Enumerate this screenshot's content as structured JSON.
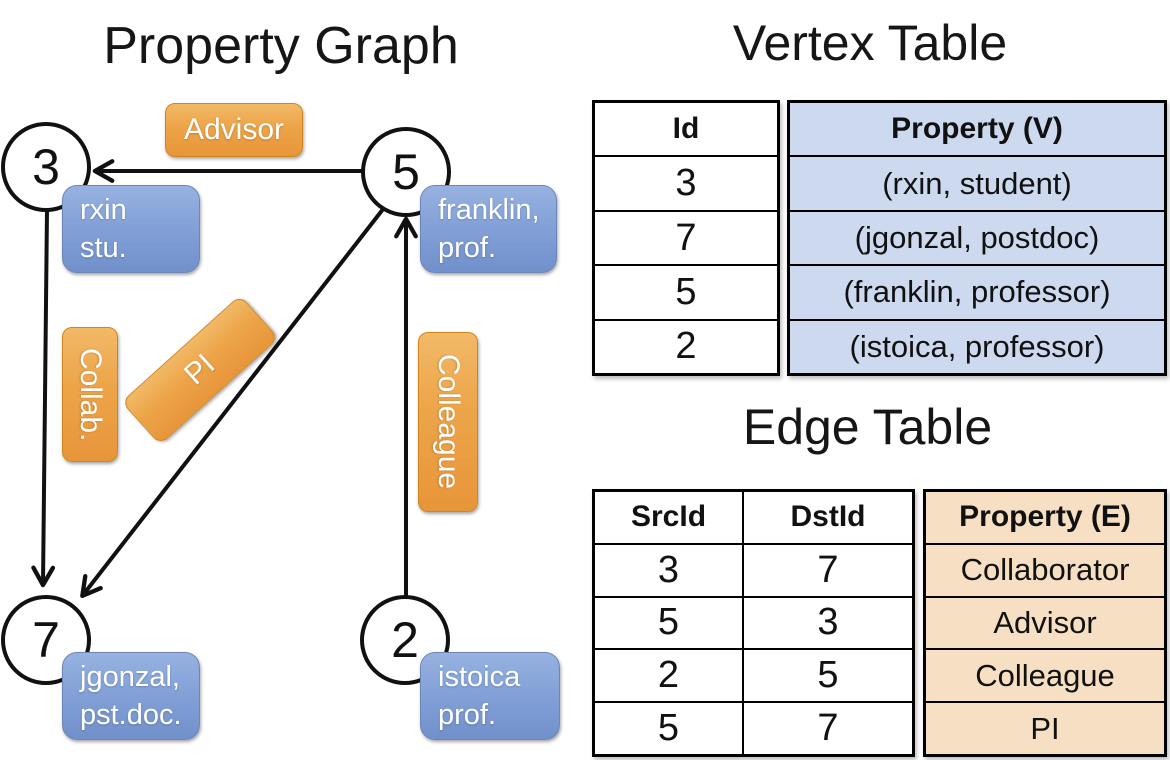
{
  "titles": {
    "graph": "Property Graph",
    "vertex_table": "Vertex Table",
    "edge_table": "Edge Table"
  },
  "graph": {
    "nodes": [
      {
        "id": "3"
      },
      {
        "id": "5"
      },
      {
        "id": "7"
      },
      {
        "id": "2"
      }
    ],
    "vertex_boxes": [
      {
        "node": "3",
        "line1": "rxin",
        "line2": "stu."
      },
      {
        "node": "5",
        "line1": "franklin,",
        "line2": "prof."
      },
      {
        "node": "7",
        "line1": "jgonzal,",
        "line2": "pst.doc."
      },
      {
        "node": "2",
        "line1": "istoica",
        "line2": "prof."
      }
    ],
    "edge_boxes": [
      {
        "label": "Advisor"
      },
      {
        "label": "Collab."
      },
      {
        "label": "PI"
      },
      {
        "label": "Colleague"
      }
    ]
  },
  "vertex_table": {
    "columns": {
      "id": "Id",
      "property": "Property (V)"
    },
    "rows": [
      {
        "id": "3",
        "property": "(rxin, student)"
      },
      {
        "id": "7",
        "property": "(jgonzal, postdoc)"
      },
      {
        "id": "5",
        "property": "(franklin, professor)"
      },
      {
        "id": "2",
        "property": "(istoica, professor)"
      }
    ]
  },
  "edge_table": {
    "columns": {
      "src": "SrcId",
      "dst": "DstId",
      "property": "Property (E)"
    },
    "rows": [
      {
        "src": "3",
        "dst": "7",
        "property": "Collaborator"
      },
      {
        "src": "5",
        "dst": "3",
        "property": "Advisor"
      },
      {
        "src": "2",
        "dst": "5",
        "property": "Colleague"
      },
      {
        "src": "5",
        "dst": "7",
        "property": "PI"
      }
    ]
  },
  "colors": {
    "edge_label_fill": "#eda448",
    "edge_label_border": "#d0861f",
    "vertex_label_fill": "#84a2d8",
    "vertex_label_border": "#6c86b8",
    "vertex_table_fill": "#cdd9ef",
    "edge_table_fill": "#f6dfc3",
    "line": "#111111",
    "text_on_labels": "#ffffff"
  }
}
